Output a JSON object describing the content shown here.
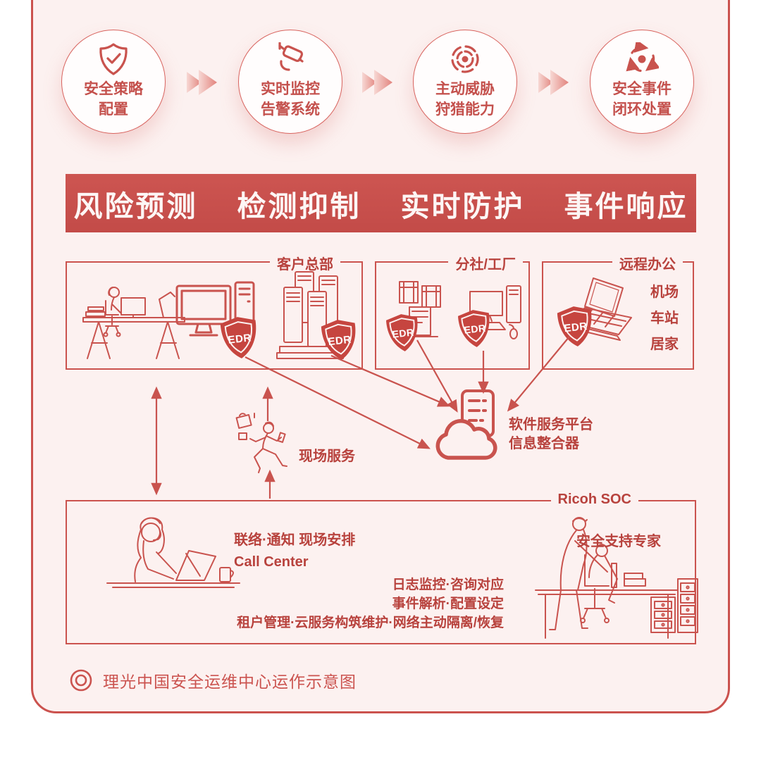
{
  "colors": {
    "accent_red": "#c9534e",
    "dark_text_red": "#b8423d",
    "banner_bg": "#c74f4b",
    "page_bg": "#fcf1f0",
    "outer_bg": "#ffffff",
    "badge_fill": "#c6453f"
  },
  "edr_label": "EDR",
  "steps": {
    "items": [
      {
        "icon": "shield-check-icon",
        "line1": "安全策略",
        "line2": "配置"
      },
      {
        "icon": "cctv-camera-icon",
        "line1": "实时监控",
        "line2": "告警系统"
      },
      {
        "icon": "threat-radar-icon",
        "line1": "主动威胁",
        "line2": "狩猎能力"
      },
      {
        "icon": "closed-loop-icon",
        "line1": "安全事件",
        "line2": "闭环处置"
      }
    ]
  },
  "banner": {
    "items": [
      "风险预测",
      "检测抑制",
      "实时防护",
      "事件响应"
    ]
  },
  "sites": {
    "hq": {
      "label": "客户总部"
    },
    "branch": {
      "label": "分社/工厂"
    },
    "remote": {
      "label": "远程办公",
      "line1": "机场",
      "line2": "车站",
      "line3": "居家"
    }
  },
  "platform": {
    "line1": "软件服务平台",
    "line2": "信息整合器"
  },
  "field_service": {
    "label": "现场服务"
  },
  "soc": {
    "label": "Ricoh SOC",
    "call_center_line1": "联络·通知 现场安排",
    "call_center_line2": "Call Center",
    "expert_label": "安全支持专家",
    "duty1": "日志监控·咨询对应",
    "duty2": "事件解析·配置设定",
    "duty3": "租户管理·云服务构筑维护·网络主动隔离/恢复"
  },
  "caption": {
    "text": "理光中国安全运维中心运作示意图"
  }
}
